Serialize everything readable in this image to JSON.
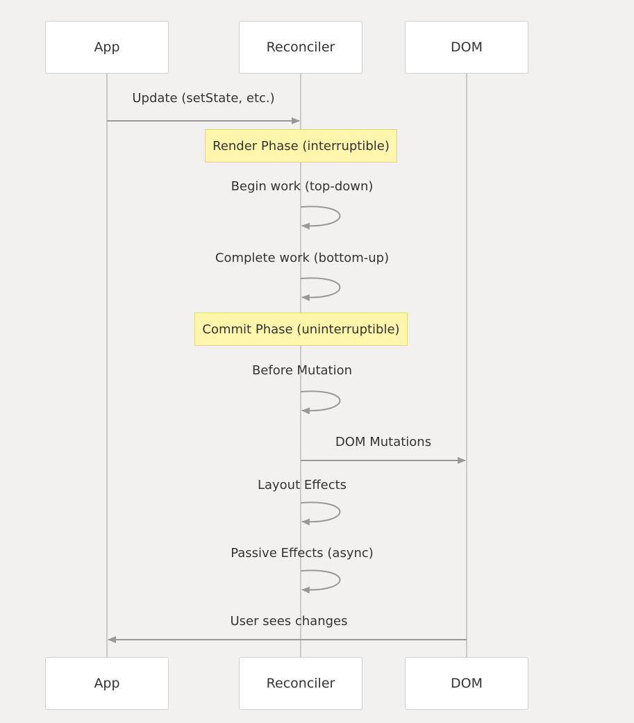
{
  "participants": [
    {
      "id": "app",
      "label": "App"
    },
    {
      "id": "reconciler",
      "label": "Reconciler"
    },
    {
      "id": "dom",
      "label": "DOM"
    }
  ],
  "notes": [
    {
      "label": "Render Phase (interruptible)"
    },
    {
      "label": "Commit Phase (uninterruptible)"
    }
  ],
  "messages": [
    {
      "from": "app",
      "to": "reconciler",
      "label": "Update (setState, etc.)"
    },
    {
      "from": "reconciler",
      "to": "reconciler",
      "label": "Begin work (top-down)"
    },
    {
      "from": "reconciler",
      "to": "reconciler",
      "label": "Complete work (bottom-up)"
    },
    {
      "from": "reconciler",
      "to": "reconciler",
      "label": "Before Mutation"
    },
    {
      "from": "reconciler",
      "to": "dom",
      "label": "DOM Mutations"
    },
    {
      "from": "reconciler",
      "to": "reconciler",
      "label": "Layout Effects"
    },
    {
      "from": "reconciler",
      "to": "reconciler",
      "label": "Passive Effects (async)"
    },
    {
      "from": "dom",
      "to": "app",
      "label": "User sees changes"
    }
  ],
  "colors": {
    "lifeline": "#c8c8c8",
    "arrow": "#999999",
    "note_fill": "#fff5ad",
    "note_border": "#e6d67a"
  }
}
